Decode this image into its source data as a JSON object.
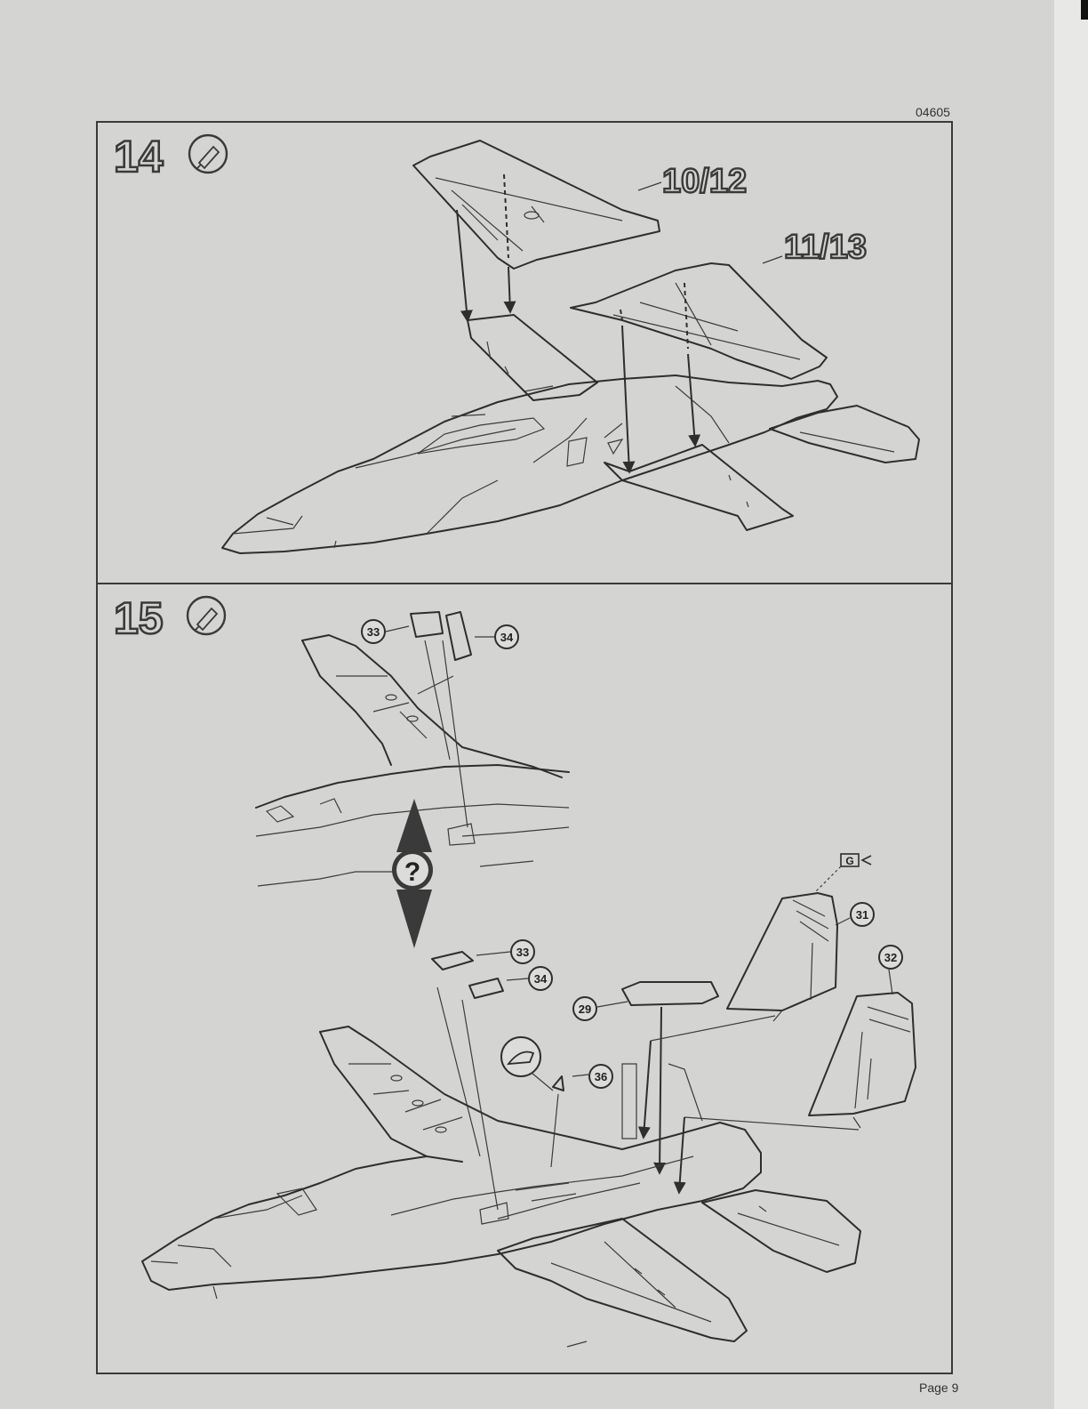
{
  "document": {
    "code": "04605",
    "page": "Page 9"
  },
  "step14": {
    "number": "14",
    "icon": "glue-icon",
    "labels": [
      "10/12",
      "11/13"
    ]
  },
  "step15": {
    "number": "15",
    "icon": "glue-icon",
    "callouts": [
      "33",
      "34",
      "33",
      "34",
      "29",
      "31",
      "32",
      "36"
    ],
    "option_mark": "?",
    "decal_marker": "G"
  }
}
